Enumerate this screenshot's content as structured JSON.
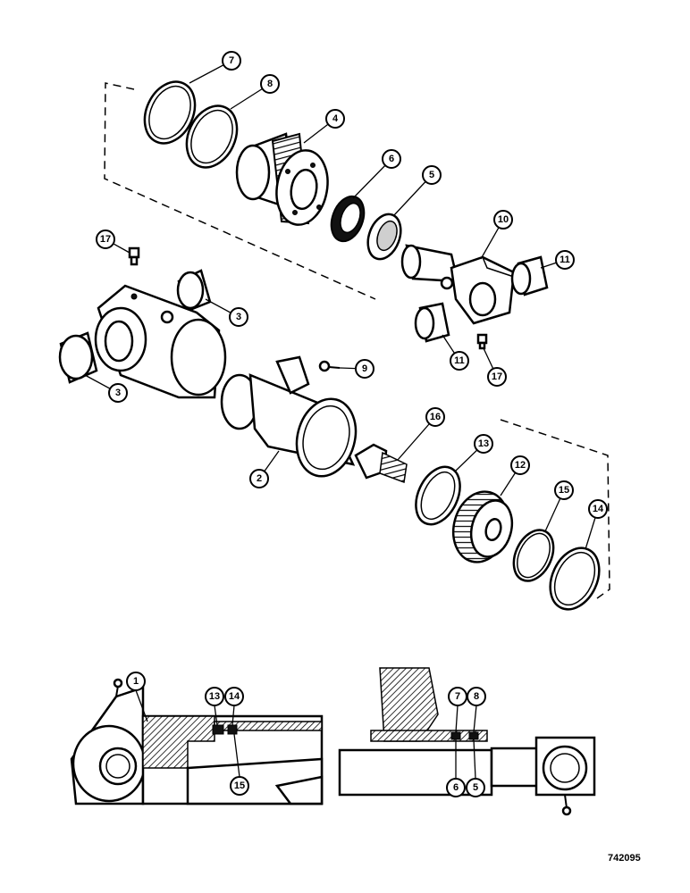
{
  "callouts": {
    "c1": "1",
    "c2": "2",
    "c3a": "3",
    "c3b": "3",
    "c4": "4",
    "c5": "5",
    "c6": "6",
    "c7": "7",
    "c8": "8",
    "c9": "9",
    "c10": "10",
    "c11a": "11",
    "c11b": "11",
    "c12": "12",
    "c13": "13",
    "c14": "14",
    "c15": "15",
    "c16": "16",
    "c17a": "17",
    "c17b": "17"
  },
  "section_callouts": {
    "s1": "1",
    "s13": "13",
    "s14": "14",
    "s15": "15",
    "s7": "7",
    "s8": "8",
    "s6": "6",
    "s5": "5"
  },
  "drawing_number": "742095"
}
